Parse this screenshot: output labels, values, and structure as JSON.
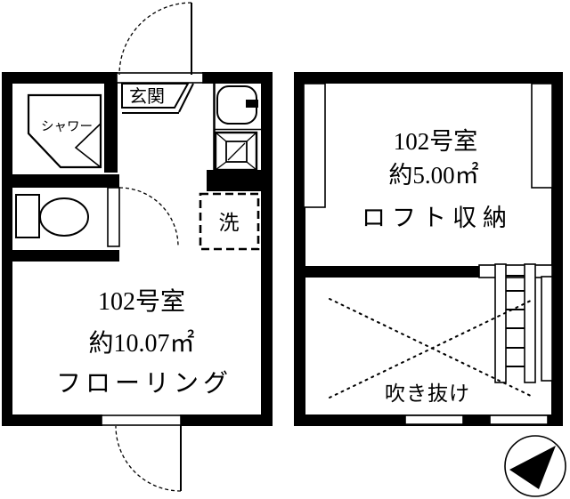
{
  "left_unit": {
    "entrance_label": "玄関",
    "shower_label": "シャワー",
    "laundry_label": "洗",
    "room_name": "102号室",
    "room_area": "約10.07㎡",
    "room_finish": "フローリング"
  },
  "right_unit": {
    "room_name": "102号室",
    "room_area": "約5.00㎡",
    "room_label": "ロフト収納",
    "void_label": "吹き抜け"
  },
  "colors": {
    "line": "#000000",
    "background": "#ffffff"
  }
}
